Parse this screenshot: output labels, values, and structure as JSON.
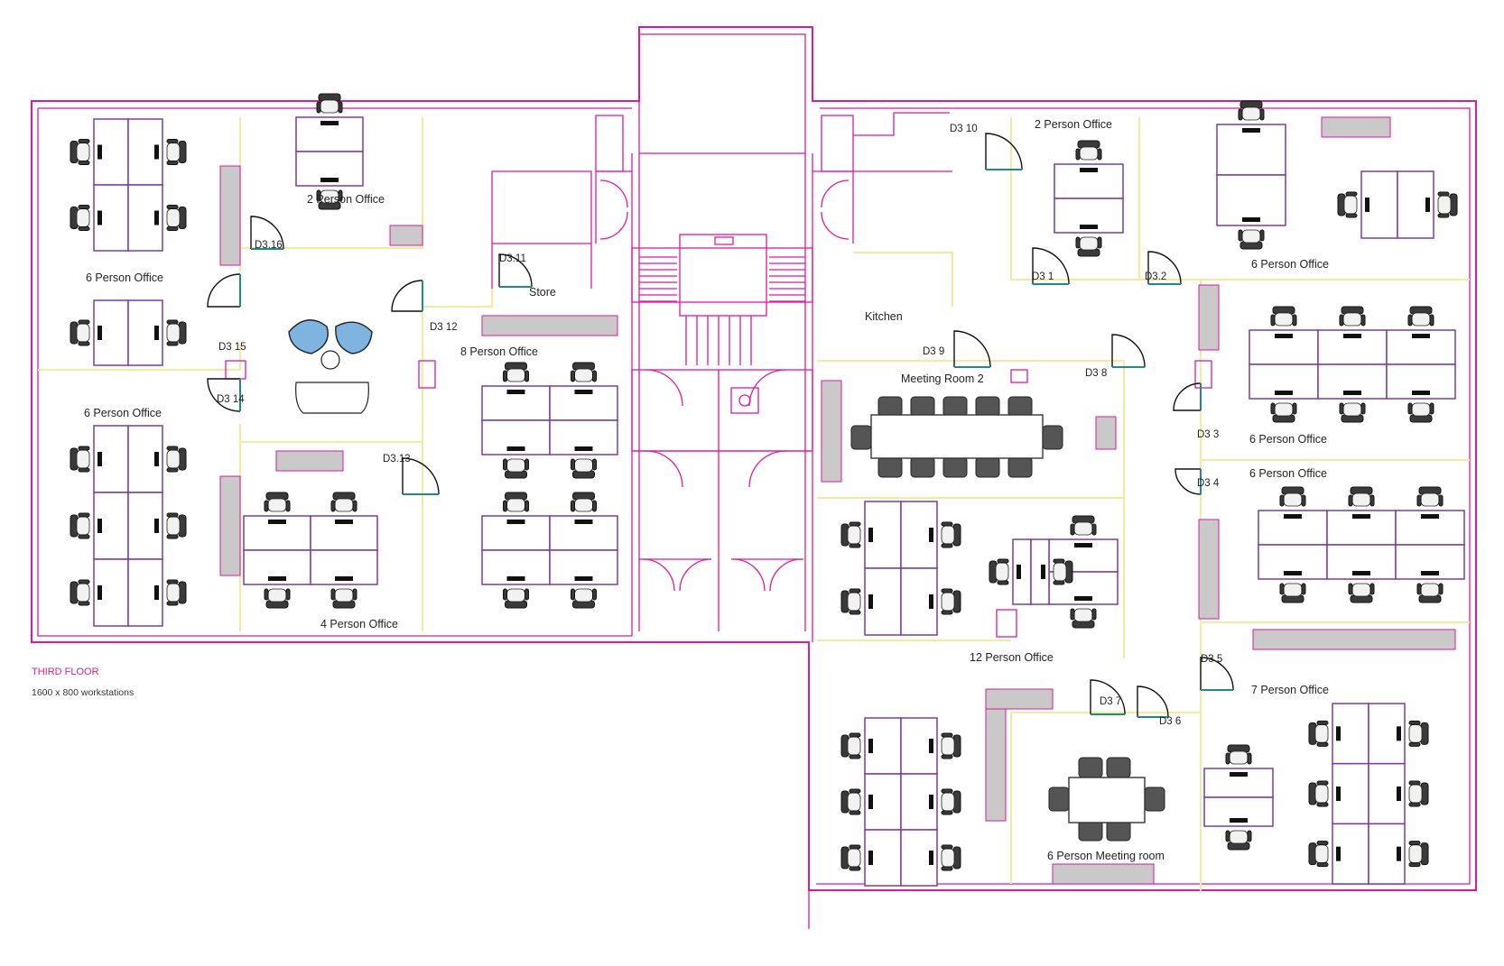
{
  "legend": {
    "floor": "THIRD FLOOR",
    "note": "1600 x 800 workstations"
  },
  "rooms": {
    "r6a": "6 Person Office",
    "r6b": "6 Person Office",
    "r2a": "2 Person Office",
    "store": "Store",
    "r8": "8 Person Office",
    "r4": "4 Person Office",
    "kitchen": "Kitchen",
    "meeting2": "Meeting Room 2",
    "r2b": "2 Person Office",
    "r6c": "6 Person Office",
    "r6d": "6 Person Office",
    "r6e": "6 Person Office",
    "r12": "12 Person Office",
    "meet6": "6 Person Meeting room",
    "r7": "7 Person Office"
  },
  "doors": {
    "d310": "D3 10",
    "d316": "D3.16",
    "d311": "D3.11",
    "d315": "D3 15",
    "d312": "D3 12",
    "d314": "D3 14",
    "d313": "D3.13",
    "d39": "D3 9",
    "d38": "D3 8",
    "d31": "D3 1",
    "d32": "D3.2",
    "d33": "D3 3",
    "d34": "D3 4",
    "d35": "D3 5",
    "d37": "D3 7",
    "d36": "D3 6"
  },
  "colors": {
    "walls": "#e0189a",
    "partitions": "#f3ea9a",
    "desks": "#7a3aa6",
    "storage": "#c9c9c9"
  }
}
